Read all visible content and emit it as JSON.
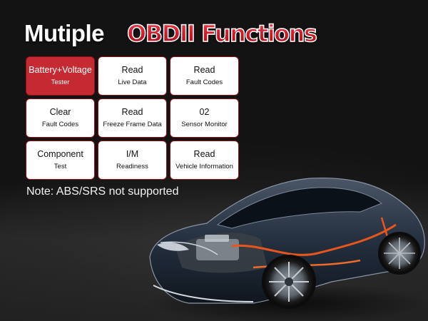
{
  "headline": {
    "word1": "Mutiple",
    "word2": "OBDII Functions"
  },
  "colors": {
    "accent": "#c52a33",
    "tile_border": "#8e1118",
    "background": "#141414"
  },
  "functions": [
    {
      "line1": "Battery+Voltage",
      "line2": "Tester",
      "active": true
    },
    {
      "line1": "Read",
      "line2": "Live Data",
      "active": false
    },
    {
      "line1": "Read",
      "line2": "Fault Codes",
      "active": false
    },
    {
      "line1": "Clear",
      "line2": "Fault Codes",
      "active": false
    },
    {
      "line1": "Read",
      "line2": "Freeze Frame Data",
      "active": false
    },
    {
      "line1": "02",
      "line2": "Sensor Monitor",
      "active": false
    },
    {
      "line1": "Component",
      "line2": "Test",
      "active": false
    },
    {
      "line1": "I/M",
      "line2": "Readiness",
      "active": false
    },
    {
      "line1": "Read",
      "line2": "Vehicle Information",
      "active": false
    }
  ],
  "note": "Note: ABS/SRS not supported",
  "image": {
    "icon": "cutaway-sports-car-illustration"
  }
}
